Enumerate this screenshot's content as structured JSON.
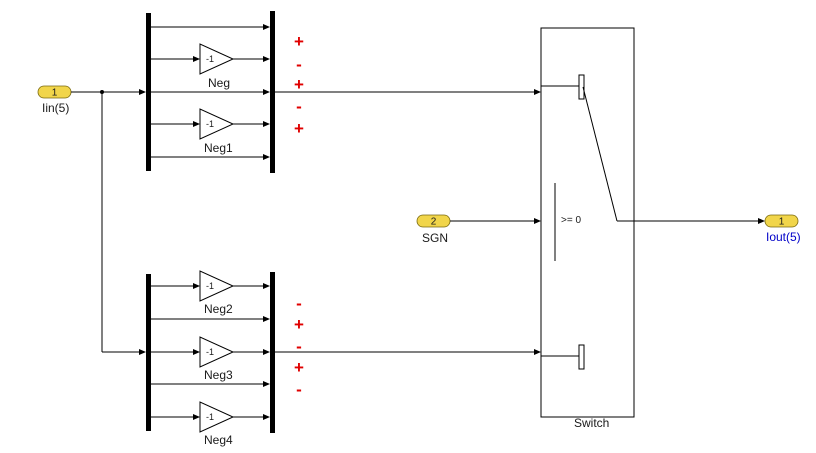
{
  "inports": [
    {
      "number": "1",
      "label": "Iin(5)"
    },
    {
      "number": "2",
      "label": "SGN"
    }
  ],
  "outport": {
    "number": "1",
    "label": "Iout(5)"
  },
  "top_group": {
    "gains": [
      {
        "value": "-1",
        "name": "Neg"
      },
      {
        "value": "-1",
        "name": "Neg1"
      }
    ],
    "signs": [
      "+",
      "-",
      "+",
      "-",
      "+"
    ]
  },
  "bottom_group": {
    "gains": [
      {
        "value": "-1",
        "name": "Neg2"
      },
      {
        "value": "-1",
        "name": "Neg3"
      },
      {
        "value": "-1",
        "name": "Neg4"
      }
    ],
    "signs": [
      "-",
      "+",
      "-",
      "+",
      "-"
    ]
  },
  "switch": {
    "name": "Switch",
    "threshold": ">= 0"
  },
  "colors": {
    "port_fill": "#f1d54a",
    "sign_color": "#e00000",
    "outport_label": "#0000c8"
  }
}
